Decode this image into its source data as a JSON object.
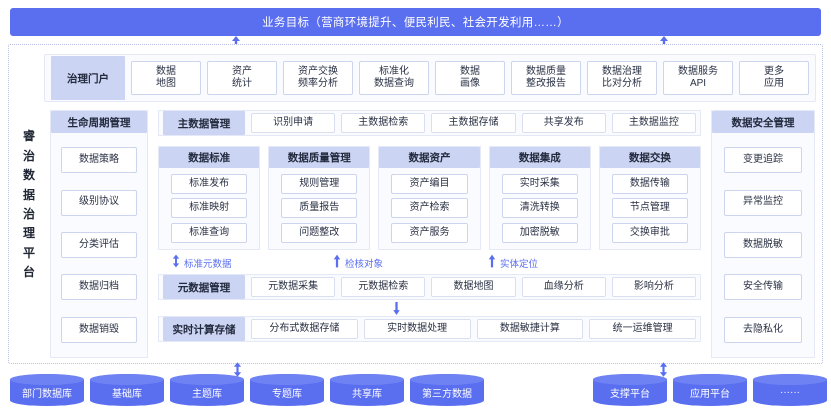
{
  "banner": {
    "title": "业务目标（营商环境提升、便民利民、社会开发利用……）",
    "color": "#5a6ef0"
  },
  "platform": {
    "brand_name": "睿治数据治理平台",
    "brand_chars": [
      "睿",
      "治",
      "数",
      "据",
      "治",
      "理",
      "平",
      "台"
    ]
  },
  "toolbar": {
    "header": "治理门户",
    "items": [
      {
        "label": "数据\n地图"
      },
      {
        "label": "资产\n统计"
      },
      {
        "label": "资产交换\n频率分析"
      },
      {
        "label": "标准化\n数据查询"
      },
      {
        "label": "数据\n画像"
      },
      {
        "label": "数据质量\n整改报告"
      },
      {
        "label": "数据治理\n比对分析"
      },
      {
        "label": "数据服务\nAPI"
      },
      {
        "label": "更多\n应用"
      }
    ]
  },
  "lifecycle": {
    "header": "生命周期管理",
    "items": [
      "数据策略",
      "级别协议",
      "分类评估",
      "数据归档",
      "数据销毁"
    ]
  },
  "master_data": {
    "header": "主数据管理",
    "items": [
      "识别申请",
      "主数据检索",
      "主数据存储",
      "共享发布",
      "主数据监控"
    ]
  },
  "domains": [
    {
      "header": "数据标准",
      "items": [
        "标准发布",
        "标准映射",
        "标准查询"
      ]
    },
    {
      "header": "数据质量管理",
      "items": [
        "规则管理",
        "质量报告",
        "问题整改"
      ]
    },
    {
      "header": "数据资产",
      "items": [
        "资产编目",
        "资产检索",
        "资产服务"
      ]
    },
    {
      "header": "数据集成",
      "items": [
        "实时采集",
        "清洗转换",
        "加密脱敏"
      ]
    },
    {
      "header": "数据交换",
      "items": [
        "数据传输",
        "节点管理",
        "交换审批"
      ]
    }
  ],
  "flow_labels": [
    {
      "label": "标准元数据",
      "direction": "both"
    },
    {
      "label": "检核对象",
      "direction": "up"
    },
    {
      "label": "实体定位",
      "direction": "up"
    }
  ],
  "metadata": {
    "header": "元数据管理",
    "items": [
      "元数据采集",
      "元数据检索",
      "数据地图",
      "血缘分析",
      "影响分析"
    ]
  },
  "realtime": {
    "header": "实时计算存储",
    "items": [
      "分布式数据存储",
      "实时数据处理",
      "数据敏捷计算",
      "统一运维管理"
    ]
  },
  "security": {
    "header": "数据安全管理",
    "items": [
      "变更追踪",
      "异常监控",
      "数据脱敏",
      "安全传输",
      "去隐私化"
    ]
  },
  "sources_left": [
    "部门数据库",
    "基础库",
    "主题库",
    "专题库",
    "共享库",
    "第三方数据"
  ],
  "sources_right": [
    "支撑平台",
    "应用平台",
    "······"
  ],
  "colors": {
    "accent": "#5a6ef0",
    "header_fill": "#ccd4f4",
    "panel_fill": "#fafbfe",
    "cell_border": "#ccd4ee"
  }
}
